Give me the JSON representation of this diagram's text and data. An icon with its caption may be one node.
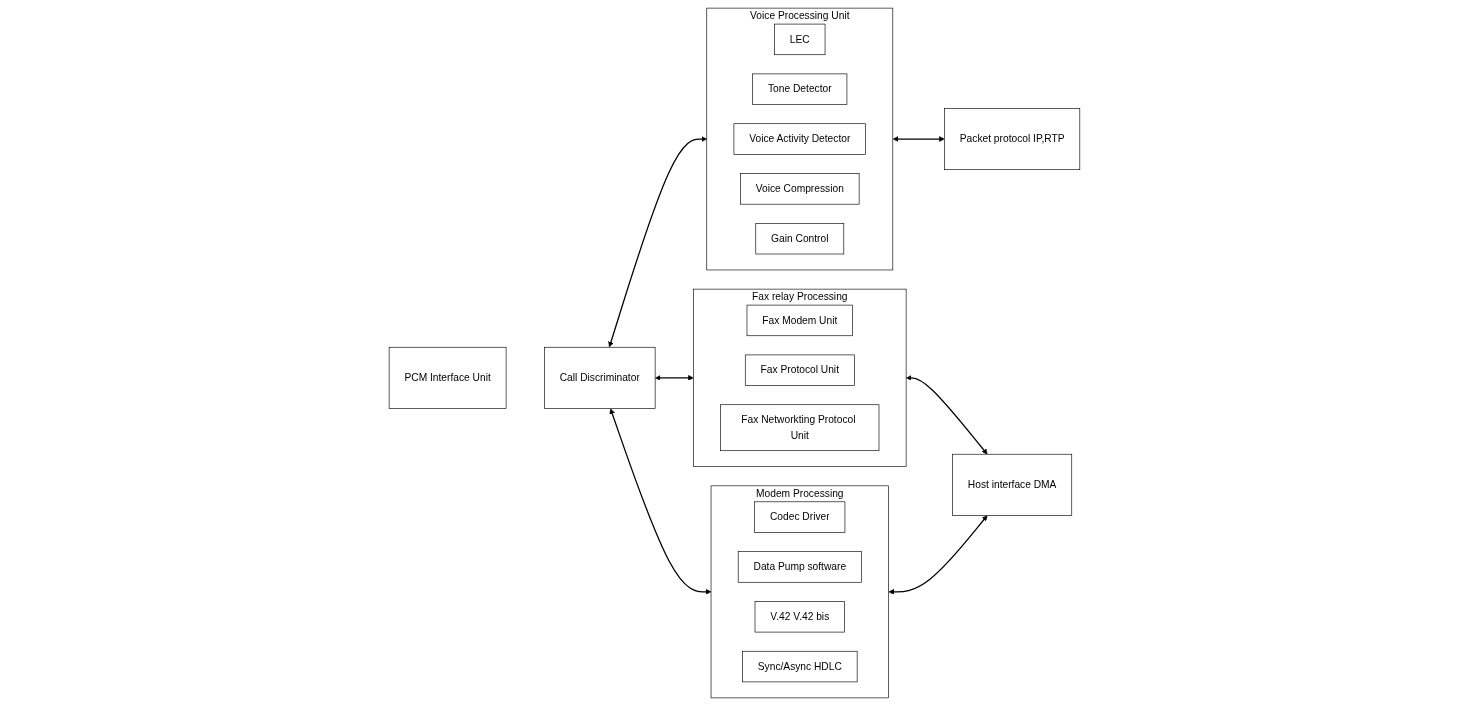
{
  "diagram": {
    "nodes": [
      {
        "text": [
          "PCM Interface Unit"
        ]
      },
      {
        "text": [
          "Call Discriminator"
        ]
      },
      {
        "text": [
          "Voice Processing Unit"
        ]
      },
      {
        "text": [
          "LEC"
        ],
        "in": 2
      },
      {
        "text": [
          "Tone Detector"
        ],
        "in": 2
      },
      {
        "text": [
          "Voice Activity Detector"
        ],
        "in": 2
      },
      {
        "text": [
          "Voice Compression"
        ],
        "in": 2
      },
      {
        "text": [
          "Gain Control"
        ],
        "in": 2
      },
      {
        "text": [
          "Packet protocol IP,RTP"
        ]
      },
      {
        "text": [
          "Fax relay Processing"
        ]
      },
      {
        "text": [
          "Fax Modem Unit"
        ],
        "in": 9
      },
      {
        "text": [
          "Fax Protocol Unit"
        ],
        "in": 9
      },
      {
        "text": [
          "Fax Networkting Protocol Unit"
        ],
        "in": 9
      },
      {
        "text": [
          "Modem Processing"
        ]
      },
      {
        "text": [
          "Codec Driver"
        ],
        "in": 13
      },
      {
        "text": [
          "Data Pump software"
        ],
        "in": 13
      },
      {
        "text": [
          "V.42 V.42 bis"
        ],
        "in": 13
      },
      {
        "text": [
          "Sync/Async HDLC"
        ],
        "in": 13
      },
      {
        "text": [
          "Host interface DMA"
        ]
      }
    ],
    "edges": [
      {
        "from": 1,
        "to": 2,
        "arrow": "both"
      },
      {
        "from": 2,
        "to": 8,
        "arrow": "both"
      },
      {
        "from": 1,
        "to": 9,
        "arrow": "both"
      },
      {
        "from": 9,
        "to": 18,
        "arrow": "both"
      },
      {
        "from": 1,
        "to": 13,
        "arrow": "both"
      },
      {
        "from": 13,
        "to": 18,
        "arrow": "both"
      }
    ]
  }
}
